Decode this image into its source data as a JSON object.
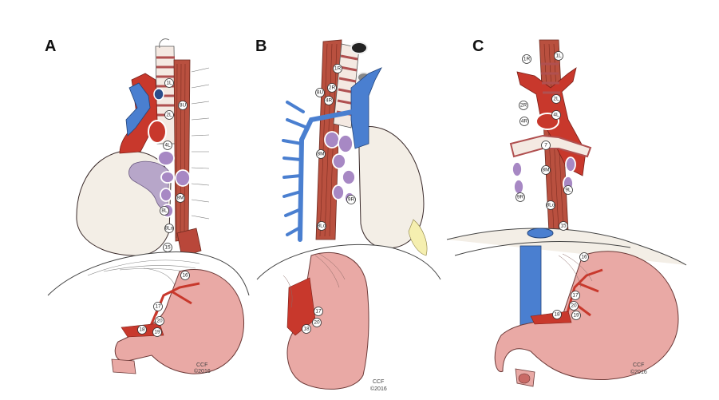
{
  "panels": [
    {
      "letter": "A",
      "credit_line1": "CCF",
      "credit_line2": "©2016",
      "nodes": [
        "1L",
        "2L",
        "4L",
        "8U",
        "8M",
        "8L",
        "8Lo",
        "15",
        "16",
        "17",
        "20",
        "18",
        "19"
      ]
    },
    {
      "letter": "B",
      "credit_line1": "CCF",
      "credit_line2": "©2016",
      "nodes": [
        "1R",
        "2R",
        "4R",
        "8U",
        "8M",
        "9R",
        "8Lo",
        "17",
        "20",
        "18"
      ]
    },
    {
      "letter": "C",
      "credit_line1": "CCF",
      "credit_line2": "©2016",
      "nodes": [
        "1R",
        "1L",
        "2R",
        "2L",
        "4R",
        "4L",
        "7",
        "8M",
        "9R",
        "9L",
        "8Lo",
        "15",
        "16",
        "17",
        "20",
        "18",
        "19"
      ]
    }
  ],
  "colors": {
    "artery": "#c8382c",
    "vein": "#4a7fd0",
    "esophagus": "#b9503f",
    "trachea": "#f4e9e2",
    "node_fill": "#a788c4",
    "lung": "#f3eee6",
    "stomach": "#e9a9a5",
    "diaphragm_line": "#444444"
  }
}
